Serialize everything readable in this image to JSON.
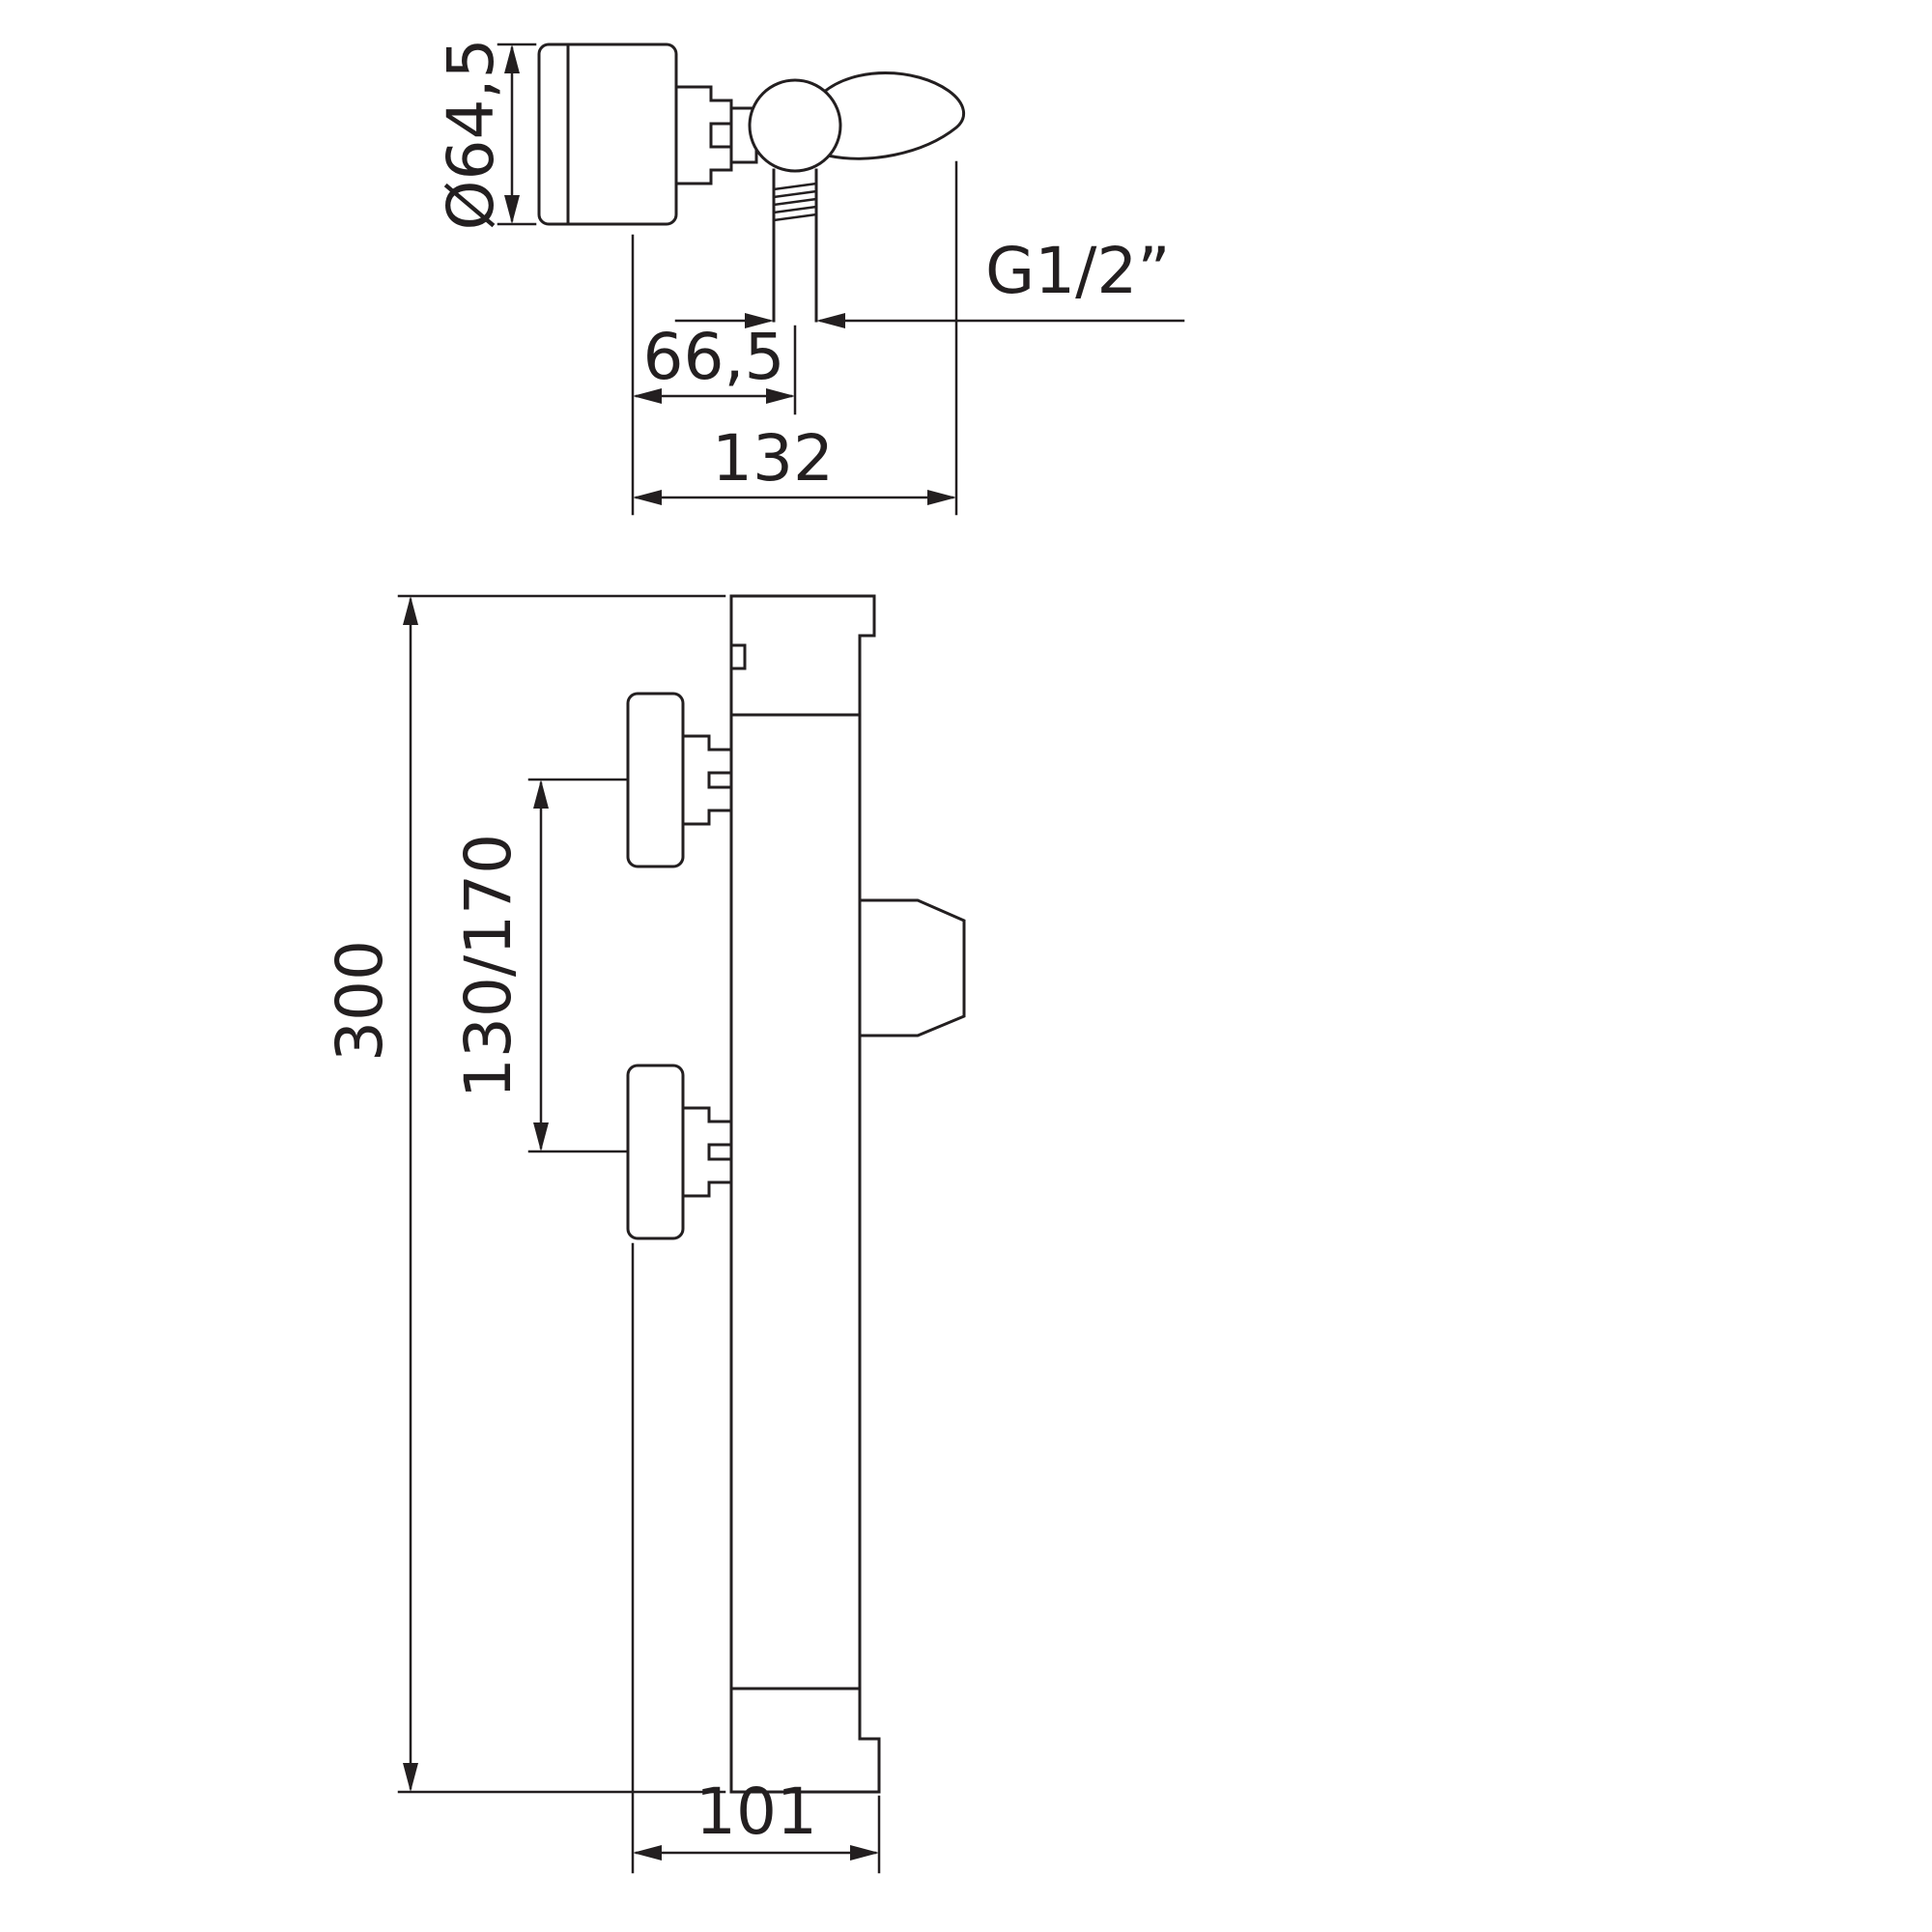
{
  "colors": {
    "line": "#231f20",
    "background": "#ffffff"
  },
  "diagram": {
    "top_view": {
      "diameter": "Ø64,5",
      "thread": "G1/2”",
      "offset": "66,5",
      "depth": "132"
    },
    "front_view": {
      "height": "300",
      "spacing": "130/170",
      "width": "101"
    }
  }
}
